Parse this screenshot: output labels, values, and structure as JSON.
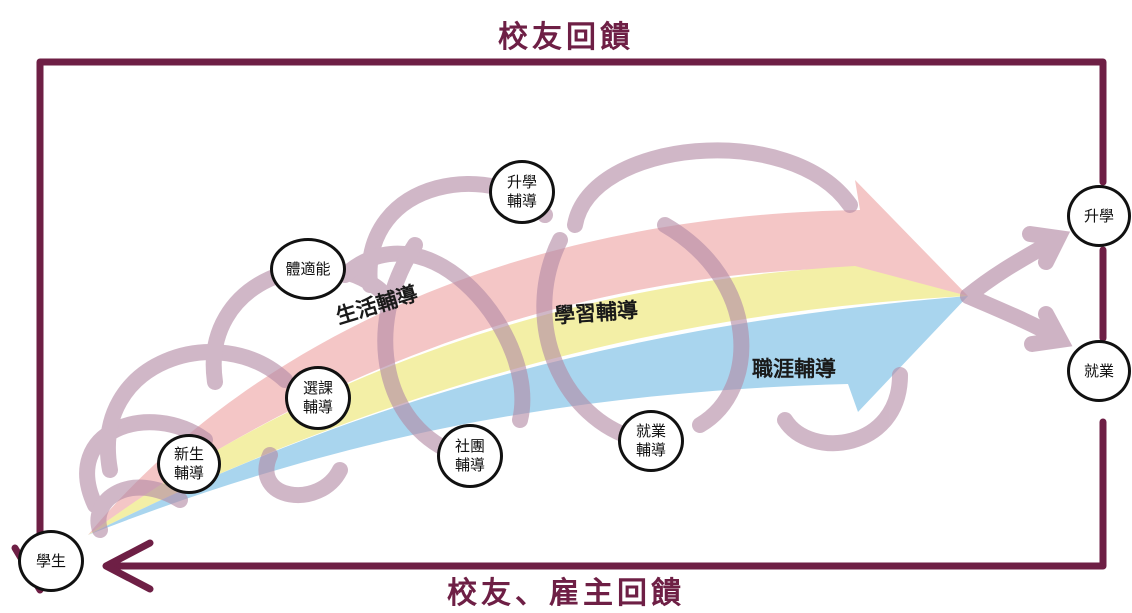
{
  "colors": {
    "feedback_line": "#6e1f45",
    "life_band": "#f4c6c6",
    "study_band": "#f3efa6",
    "career_band": "#a9d5ee",
    "loop_stroke": "#b48ca6"
  },
  "captions": {
    "top": "校友回饋",
    "bottom": "校友、雇主回饋"
  },
  "bands": {
    "life": "生活輔導",
    "study": "學習輔導",
    "career": "職涯輔導"
  },
  "nodes": {
    "student": "學生",
    "freshman": [
      "新生",
      "輔導"
    ],
    "course": [
      "選課",
      "輔導"
    ],
    "fitness": "體適能",
    "club": [
      "社團",
      "輔導"
    ],
    "further_study_guidance": [
      "升學",
      "輔導"
    ],
    "employment_guidance": [
      "就業",
      "輔導"
    ],
    "further_study": "升學",
    "employment": "就業"
  }
}
